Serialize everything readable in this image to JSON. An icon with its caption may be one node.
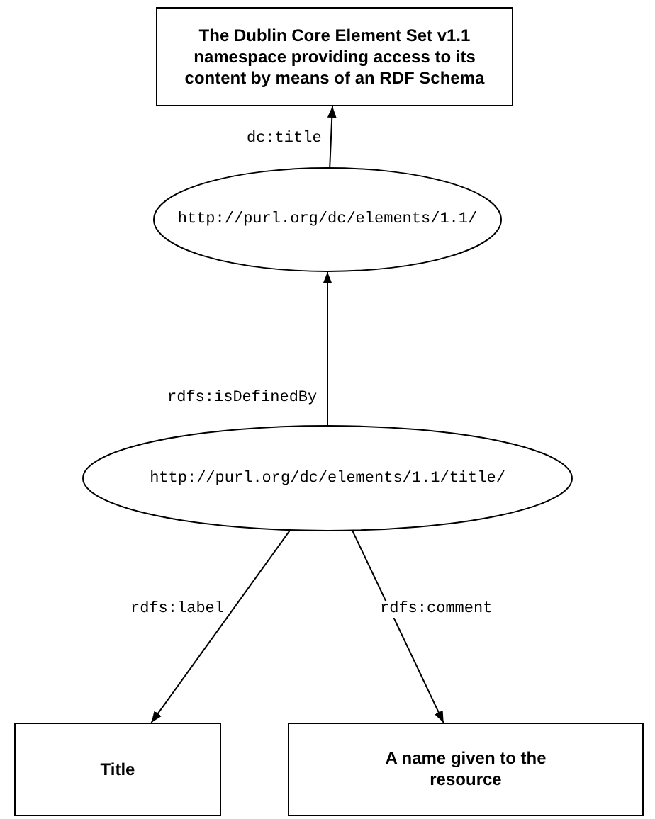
{
  "diagram": {
    "nodes": [
      {
        "text": [
          "The Dublin Core Element Set v1.1 namespace providing access to its content by means of an RDF Schema"
        ]
      },
      {
        "text": [
          "http://purl.org/dc/elements/1.1/"
        ]
      },
      {
        "text": [
          "http://purl.org/dc/elements/1.1/title/"
        ]
      },
      {
        "text": [
          "Title"
        ]
      },
      {
        "text": [
          "A name given to the resource"
        ]
      }
    ],
    "edges": [
      {
        "from": 1,
        "to": 0,
        "arrow": "to",
        "label": "dc:title"
      },
      {
        "from": 2,
        "to": 1,
        "arrow": "to",
        "label": "rdfs:isDefinedBy"
      },
      {
        "from": 2,
        "to": 3,
        "arrow": "to",
        "label": "rdfs:label"
      },
      {
        "from": 2,
        "to": 4,
        "arrow": "to",
        "label": "rdfs:comment"
      }
    ]
  }
}
